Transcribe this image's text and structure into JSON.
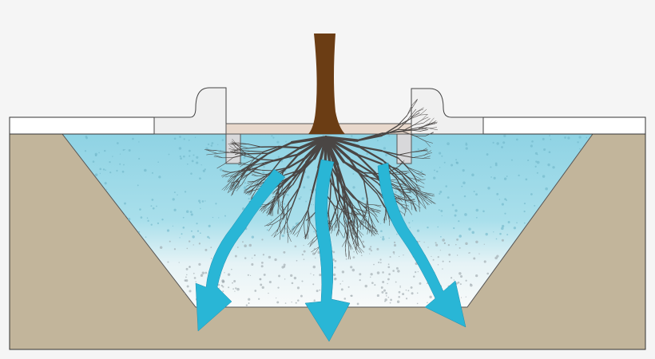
{
  "colors": {
    "background": "#f5f5f5",
    "soil": "#c2b59b",
    "water_top": "#8fd3e4",
    "water_bottom": "#f4f8f9",
    "trunk": "#6b3d14",
    "roots": "#4a4644",
    "arrows": "#29b6d6",
    "grate": "#e8d8cc",
    "pavement": "#ffffff",
    "curb": "#f0f0f0"
  },
  "icons": [
    "tree-trunk",
    "root-system",
    "water-flow-arrow"
  ]
}
